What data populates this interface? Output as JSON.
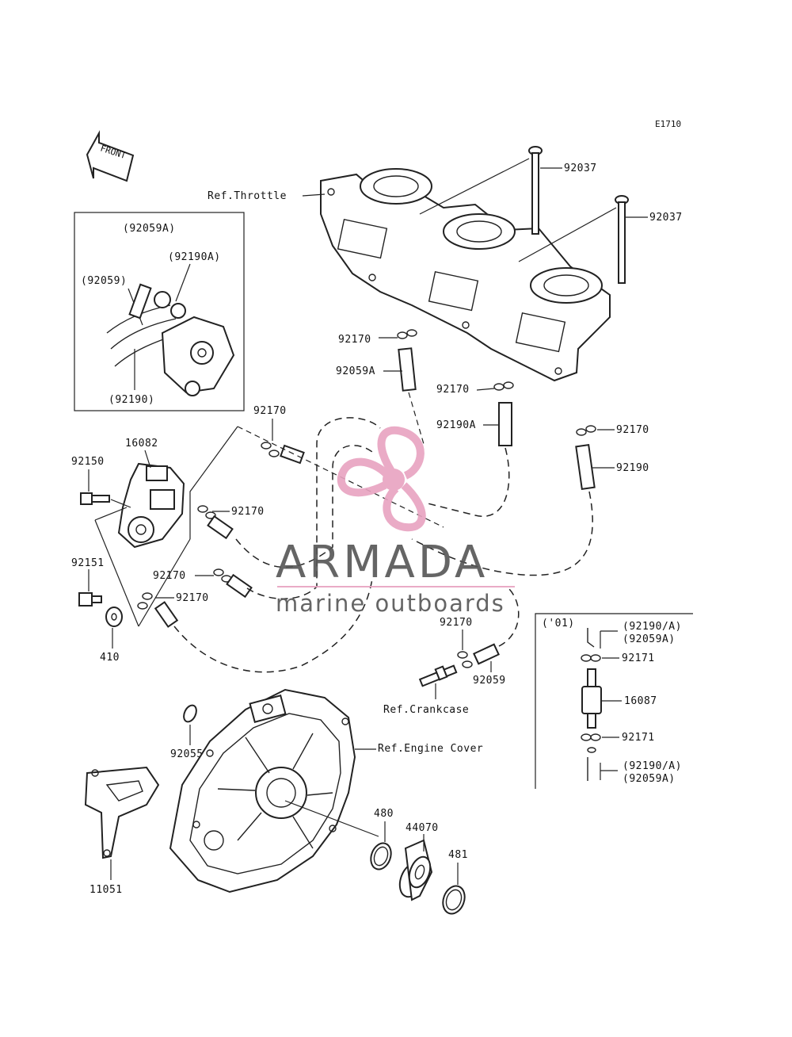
{
  "diagram": {
    "code": "E1710",
    "front_label": "FRONT",
    "refs": {
      "throttle": "Ref.Throttle",
      "crankcase": "Ref.Crankcase",
      "engine_cover": "Ref.Engine Cover"
    },
    "inset_left": {
      "title": "(92059A)",
      "labels": [
        "(92190A)",
        "(92059)",
        "(92190)"
      ]
    },
    "inset_right": {
      "title": "('01)",
      "top_pair": [
        "(92190/A)",
        "(92059A)"
      ],
      "bottom_pair": [
        "(92190/A)",
        "(92059A)"
      ],
      "parts": [
        "92171",
        "16087",
        "92171"
      ]
    },
    "parts": {
      "p92037a": "92037",
      "p92037b": "92037",
      "p92170a": "92170",
      "p92059A": "92059A",
      "p92170b": "92170",
      "p92190A": "92190A",
      "p92170c": "92170",
      "p92190": "92190",
      "p92170d": "92170",
      "p16082": "16082",
      "p92150": "92150",
      "p92170e": "92170",
      "p92170f": "92170",
      "p92170g": "92170",
      "p92151": "92151",
      "p410": "410",
      "p92170h": "92170",
      "p92059": "92059",
      "p92055": "92055",
      "p480": "480",
      "p44070": "44070",
      "p481": "481",
      "p11051": "11051"
    }
  },
  "watermark": {
    "brand": "ARMADA",
    "tagline": "marine outboards",
    "colors": {
      "accent": "#e8a3c0",
      "text": "#555555"
    }
  }
}
